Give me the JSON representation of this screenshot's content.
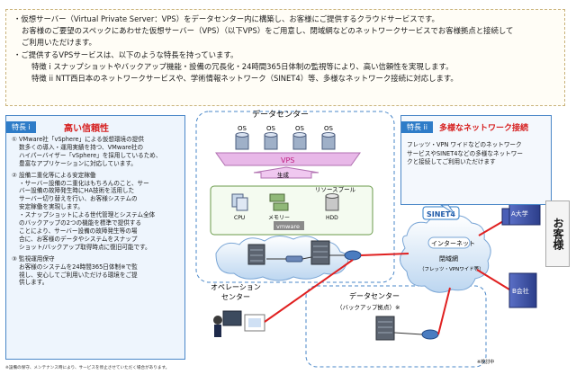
{
  "intro": {
    "lines": [
      "・仮想サーバー（Virtual Private Server：VPS）をデータセンター内に構築し、お客様にご提供するクラウドサービスです。",
      "お客様のご要望のスペックにあわせた仮想サーバー（VPS）（以下VPS）をご用意し、閉域網などのネットワークサービスでお客様拠点と接続して",
      "ご利用いただけます。",
      "・ご提供するVPSサービスは、以下のような特長を持っています。",
      "特徴 i  スナップショットやバックアップ機能・設備の冗長化・24時間365日体制の監視等により、高い信頼性を実現します。",
      "特徴 ii  NTT西日本のネットワークサービスや、学術情報ネットワーク（SINET4）等、多様なネットワーク接続に対応します。"
    ]
  },
  "left_panel": {
    "tag": "特長 i",
    "title": "高い信頼性",
    "sections": [
      {
        "head": "① VMware社「vSphere」による仮想環境の提供",
        "body": [
          "数多くの導入・運用実績を持つ、VMware社の",
          "ハイパーバイザー「vSphere」を採用しているため、",
          "豊富なアプリケーションに対応しています。"
        ]
      },
      {
        "head": "② 設備二重化等による安定稼働",
        "body": [
          "・サーバー設備の二重化はもちろんのこと、サー",
          "バー設備の故障発生時にHA技術を活用した",
          "サーバー切り替えを行い、お客様システムの",
          "安定稼働を実現します。",
          "・スナップショットによる世代管理とシステム全体",
          "のバックアップの2つの機能を標準で提供する",
          "ことにより、サーバー設備の故障発生等の場",
          "合に、お客様のデータやシステムをスナップ",
          "ショット/バックアップ取得時点に復旧可能です。"
        ]
      },
      {
        "head": "③ 監視運用保守",
        "body": [
          "お客様のシステムを24時間365日体制※で監",
          "視し、安心してご利用いただける環境をご提",
          "供します。"
        ]
      }
    ],
    "footnote": "※設備の保守、メンテナンス時により、サービスを停止させていただく場合があります。"
  },
  "right_panel": {
    "tag": "特長 ii",
    "title": "多様なネットワーク接続",
    "text": [
      "フレッツ・VPN ワイドなどのネットワーク",
      "サービスやSINET4などの多様なネットワー",
      "クと接続してご利用いただけます"
    ]
  },
  "diagram": {
    "datacenter_label": "データセンター",
    "os_label": "OS",
    "vps_label": "VPS",
    "generate_label": "生成",
    "resource_pool_label": "リソースプール",
    "cpu_label": "CPU",
    "memory_label": "メモリー",
    "hdd_label": "HDD",
    "vmware_label": "vmware",
    "operation_center_label": "オペレーション\nセンター",
    "backup_dc_label": "データセンター",
    "backup_dc_sub": "（バックアップ拠点）※",
    "backup_note": "※検討中",
    "sinet_label": "SINET4",
    "internet_label": "インターネット",
    "closed_net_label": "閉域網",
    "closed_net_sub": "（フレッツ・VPNワイド等）",
    "univ_label": "A大学",
    "company_label": "B会社",
    "customer_label": "お客様"
  },
  "colors": {
    "accent_blue": "#2e7cc8",
    "title_red": "#d62020",
    "link_red": "#e02020",
    "vps_pink": "#e8b8e8",
    "building_blue": "#3a4fa6"
  }
}
